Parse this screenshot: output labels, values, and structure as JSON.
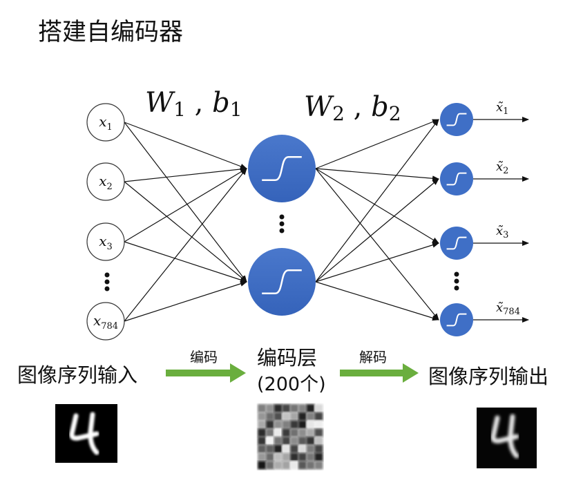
{
  "title": "搭建自编码器",
  "weights": {
    "w1_label": "W",
    "w1_sub": "1",
    "b1_label": "b",
    "b1_sub": "1",
    "w2_label": "W",
    "w2_sub": "2",
    "b2_label": "b",
    "b2_sub": "2",
    "separator": ","
  },
  "inputs": [
    {
      "label": "x",
      "sub": "1"
    },
    {
      "label": "x",
      "sub": "2"
    },
    {
      "label": "x",
      "sub": "3"
    },
    {
      "label": "x",
      "sub": "784"
    }
  ],
  "outputs": [
    {
      "label": "x̃",
      "sub": "1"
    },
    {
      "label": "x̃",
      "sub": "2"
    },
    {
      "label": "x̃",
      "sub": "3"
    },
    {
      "label": "x̃",
      "sub": "784"
    }
  ],
  "hidden_count": 2,
  "bottom": {
    "input_label": "图像序列输入",
    "encode_label": "编码",
    "code_layer_label": "编码层",
    "code_layer_size": "(200个)",
    "decode_label": "解码",
    "output_label": "图像序列输出"
  },
  "colors": {
    "node_blue": "#3f6fc6",
    "arrow_green": "#6aae3e",
    "line": "#111111"
  },
  "icons": {
    "hidden_activation": "sigmoid-icon",
    "output_activation": "sigmoid-icon"
  }
}
